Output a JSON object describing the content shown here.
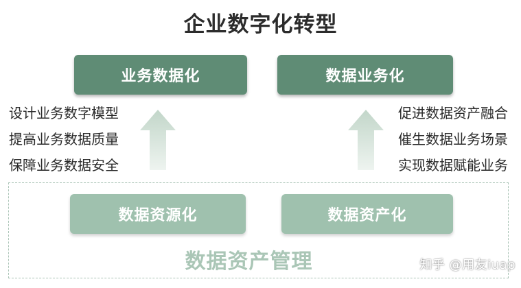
{
  "title": "企业数字化转型",
  "left_top_box": "业务数据化",
  "right_top_box": "数据业务化",
  "left_list": [
    "设计业务数字模型",
    "提高业务数据质量",
    "保障业务数据安全"
  ],
  "right_list": [
    "促进数据资产融合",
    "催生数据业务场景",
    "实现数据赋能业务"
  ],
  "bottom_left_box": "数据资源化",
  "bottom_right_box": "数据资产化",
  "bottom_title": "数据资产管理",
  "watermark": "知乎 @用友iuap",
  "colors": {
    "dark_green": "#5f8c75",
    "light_green": "#9fc1ae",
    "arrow": "#c5d8cc",
    "dashed_border": "#a8c2b4"
  }
}
